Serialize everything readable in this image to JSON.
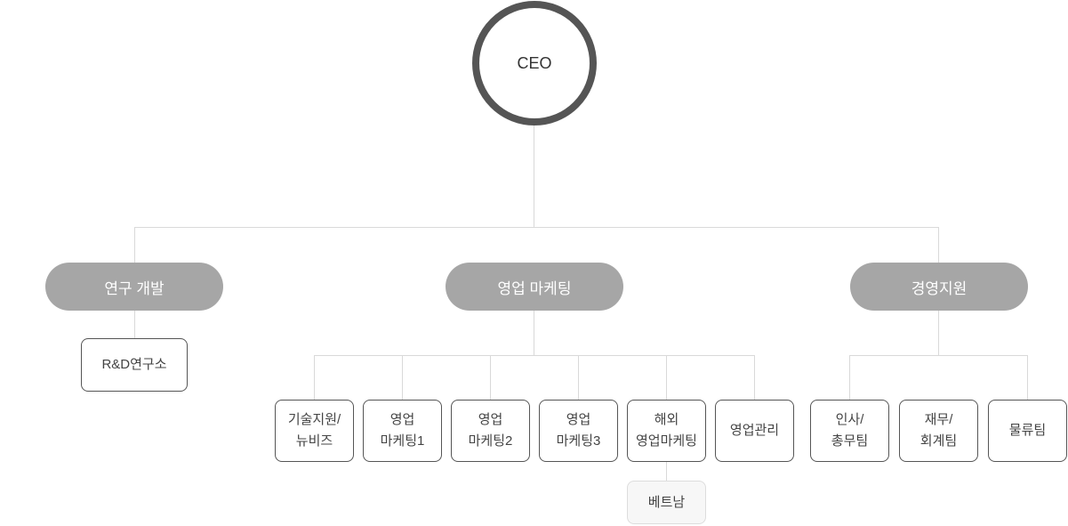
{
  "ceo": "CEO",
  "divisions": [
    {
      "label": "연구 개발",
      "teams": [
        "R&D연구소"
      ]
    },
    {
      "label": "영업 마케팅",
      "teams": [
        "기술지원/\n뉴비즈",
        "영업\n마케팅1",
        "영업\n마케팅2",
        "영업\n마케팅3",
        "해외\n영업마케팅",
        "영업관리"
      ],
      "sub_team": "베트남"
    },
    {
      "label": "경영지원",
      "teams": [
        "인사/\n총무팀",
        "재무/\n회계팀",
        "물류팀"
      ]
    }
  ]
}
